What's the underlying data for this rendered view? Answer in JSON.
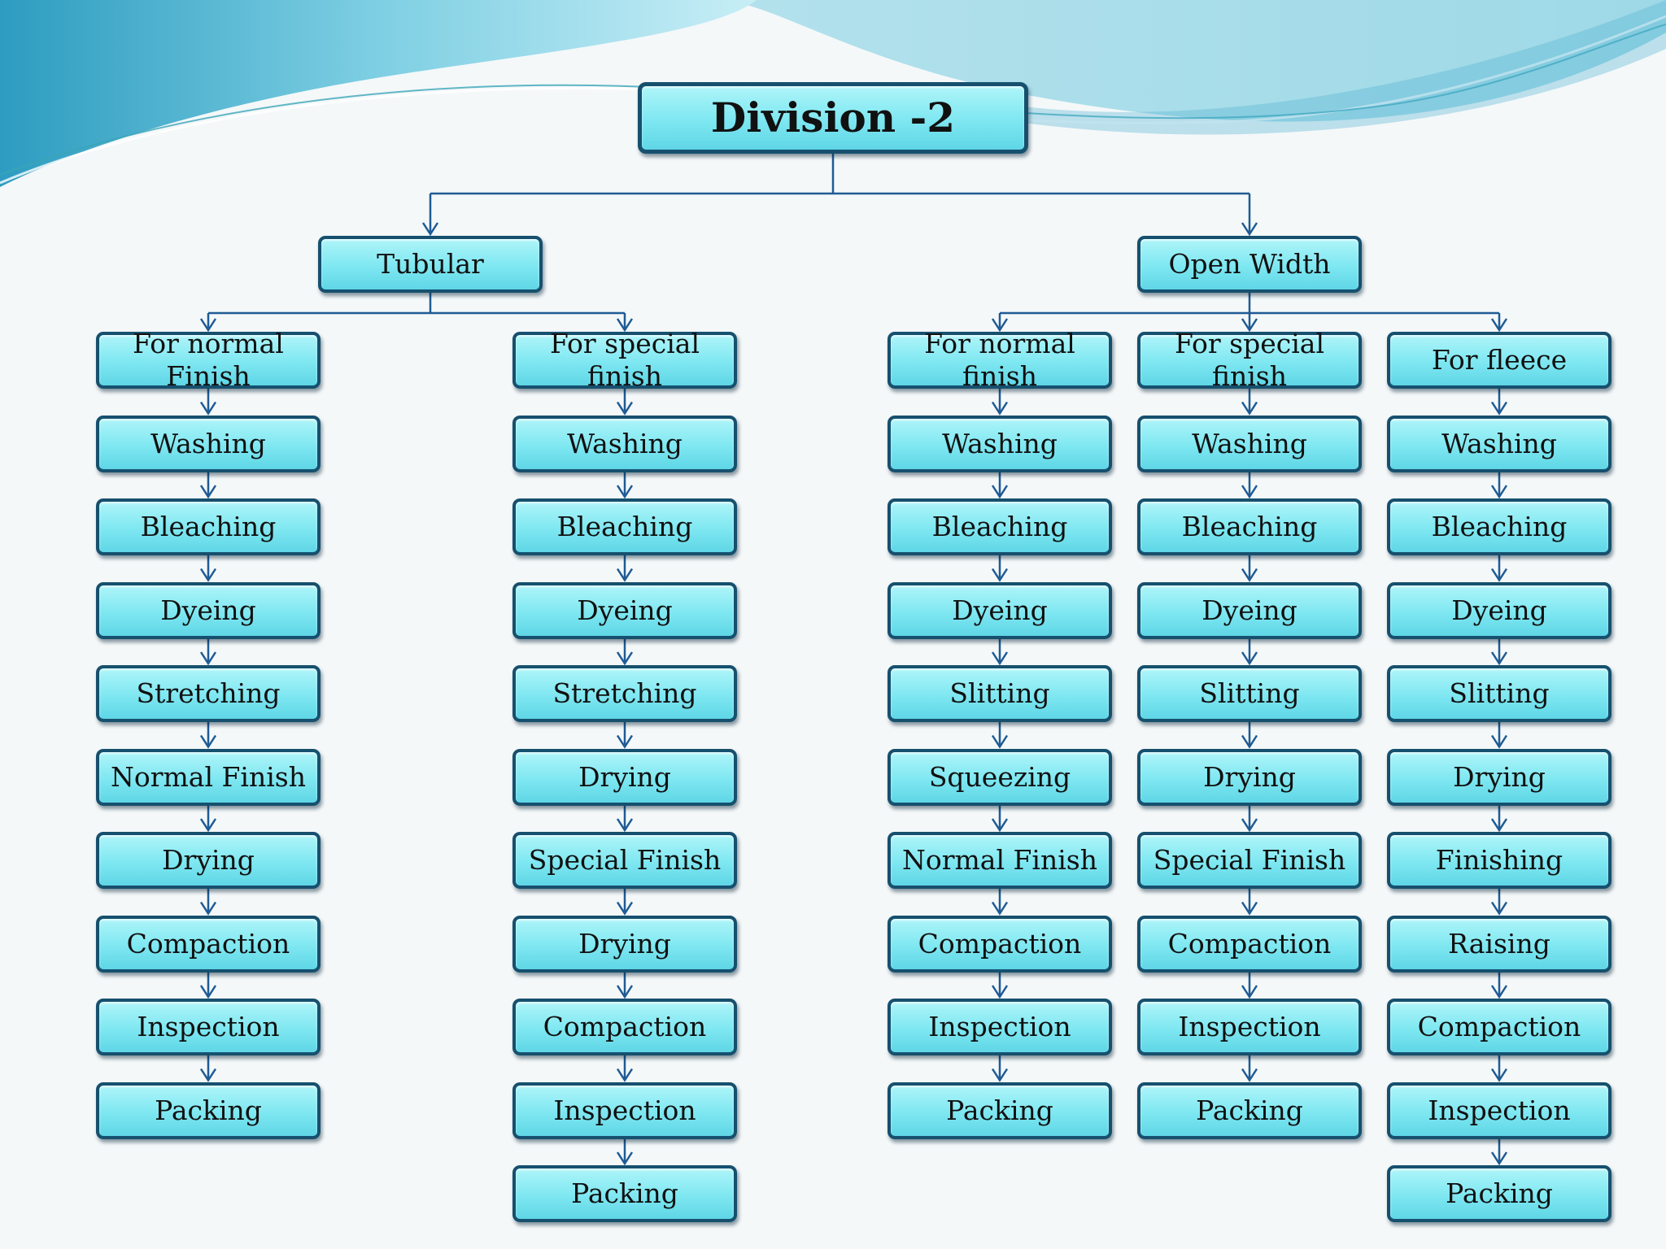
{
  "title": "Division -2",
  "branches": [
    {
      "label": "Tubular",
      "columns": [
        {
          "label": "For normal\nFinish",
          "steps": [
            "Washing",
            "Bleaching",
            "Dyeing",
            "Stretching",
            "Normal Finish",
            "Drying",
            "Compaction",
            "Inspection",
            "Packing"
          ]
        },
        {
          "label": "For special\nfinish",
          "steps": [
            "Washing",
            "Bleaching",
            "Dyeing",
            "Stretching",
            "Drying",
            "Special Finish",
            "Drying",
            "Compaction",
            "Inspection",
            "Packing"
          ]
        }
      ]
    },
    {
      "label": "Open Width",
      "columns": [
        {
          "label": "For normal\nfinish",
          "steps": [
            "Washing",
            "Bleaching",
            "Dyeing",
            "Slitting",
            "Squeezing",
            "Normal Finish",
            "Compaction",
            "Inspection",
            "Packing"
          ]
        },
        {
          "label": "For special\nfinish",
          "steps": [
            "Washing",
            "Bleaching",
            "Dyeing",
            "Slitting",
            "Drying",
            "Special Finish",
            "Compaction",
            "Inspection",
            "Packing"
          ]
        },
        {
          "label": "For fleece",
          "steps": [
            "Washing",
            "Bleaching",
            "Dyeing",
            "Slitting",
            "Drying",
            "Finishing",
            "Raising",
            "Compaction",
            "Inspection",
            "Packing"
          ]
        }
      ]
    }
  ],
  "colors": {
    "box_border": "#16506e",
    "box_fill": "#7ee7f1",
    "connector": "#1f5b94",
    "wave_dark": "#3eaac8",
    "wave_light": "#9fdcea"
  }
}
